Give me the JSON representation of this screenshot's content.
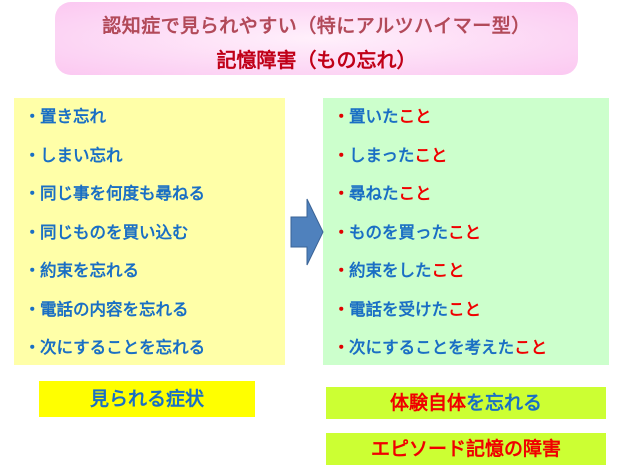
{
  "title": {
    "line1": "認知症で見られやすい（特にアルツハイマー型）",
    "line2": "記憶障害（もの忘れ）"
  },
  "symptoms": [
    "置き忘れ",
    "しまい忘れ",
    "同じ事を何度も尋ねる",
    "同じものを買い込む",
    "約束を忘れる",
    "電話の内容を忘れる",
    "次にすることを忘れる"
  ],
  "experiences": [
    {
      "text": "置いた",
      "highlight": "こと"
    },
    {
      "text": "しまった",
      "highlight": "こと"
    },
    {
      "text": "尋ねた",
      "highlight": "こと"
    },
    {
      "text": "ものを買った",
      "highlight": "こと"
    },
    {
      "text": "約束をした",
      "highlight": "こと"
    },
    {
      "text": "電話を受けた",
      "highlight": "こと"
    },
    {
      "text": "次にすることを考えた",
      "highlight": "こと"
    }
  ],
  "bullet": "・",
  "labels": {
    "symptoms": "見られる症状",
    "forget_red": "体験自体",
    "forget_blue": "を忘れる",
    "episodic": "エピソード記憶の障害"
  },
  "colors": {
    "blue": "#1a6fc4",
    "red": "#f00000",
    "yellow": "#ffffa8",
    "green": "#ccffcc",
    "lime": "#ccff33",
    "arrow": "#4f81bd"
  }
}
